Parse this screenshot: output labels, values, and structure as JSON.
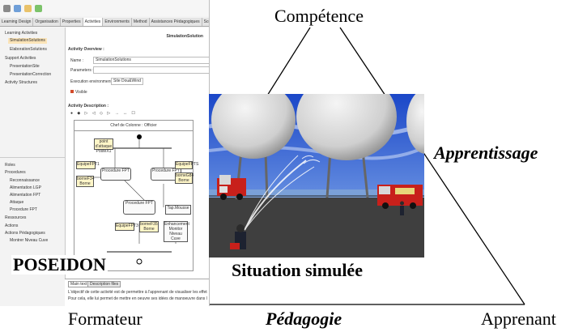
{
  "diagram": {
    "top_label": "Compétence",
    "right_label": "Apprentissage",
    "center_label": "Situation simulée",
    "bottom_left_label": "Formateur",
    "bottom_center_label": "Pédagogie",
    "bottom_right_label": "Apprenant",
    "tool_name": "POSEIDON"
  },
  "tool": {
    "tabs": [
      "Learning Design",
      "Organisation",
      "Properties",
      "Activities",
      "Environments",
      "Method",
      "Assistances Pédagogiques",
      "Scénario pédagogique"
    ],
    "panel_title": "SimulationSolution",
    "tree": [
      "Learning Activities",
      "SimulationSolutions",
      "ElaborationSolutions",
      "Support Activities",
      "PresentationSite",
      "PresentationCorrection",
      "Activity Structures"
    ],
    "tree2": [
      "Roles",
      "Procedures",
      "Reconnaissance",
      "Alimentation LGP",
      "Alimentation FPT",
      "Attaque",
      "Procedure FPT",
      "Ressources",
      "Actions",
      "Actions Pédagogiques",
      "Montrer Niveau Cuve"
    ],
    "overview_label": "Activity Overview :",
    "name_label": "Name :",
    "name_value": "SimulationSolutions",
    "params_label": "Parameters :",
    "env_label": "Execution environment :",
    "env_value": "Site Dou&Wind",
    "visible_label": "Visible",
    "description_label": "Activity Description :",
    "diagram_title": "Chef de Colonne : Officier",
    "boxes": [
      "point d'attaque PosteX1",
      "EquipeFPT1",
      "borneF34 Borne",
      "Procedure FPT",
      "Procedure FPT",
      "EquipeFPTS",
      "borneG84 Borne",
      "Procedure FPT",
      "Tap.Mousse",
      "EquipeFPT3",
      "borneF35 Borne",
      "Enhancement Monitor Niveau Cuve"
    ],
    "bottom_tabs": [
      "Main text",
      "Description files"
    ],
    "bottom_text_1": "L'objectif de cette activité est de permettre à l'apprenant de visualiser les effets de ses décisions.",
    "bottom_text_2": "Pour cela, elle lui permet de mettre en oeuvre ses idées de manoeuvre dans l'environnement."
  },
  "colors": {
    "sky_top": "#1b47c8",
    "sky_bottom": "#8fb6ee",
    "ground": "#3f3f3f",
    "sphere": "#d9d9d9",
    "truck_red": "#c8201b",
    "selected_tab": "#ffffff",
    "selected_tree": "#fbe4b8"
  }
}
